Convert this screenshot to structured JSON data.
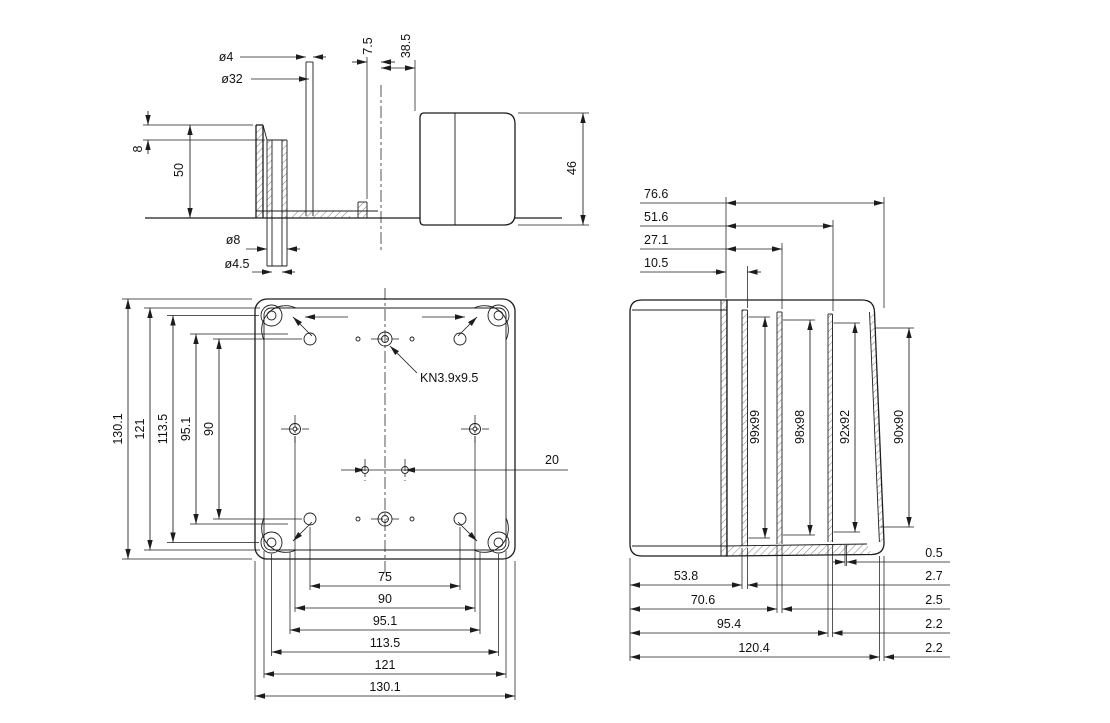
{
  "views": {
    "section": {
      "dims": {
        "dia4": "ø4",
        "dia32": "ø32",
        "d7_5": "7.5",
        "d38_5": "38.5",
        "d8": "8",
        "d50": "50",
        "d46": "46",
        "dia8": "ø8",
        "dia4_5": "ø4.5"
      }
    },
    "plan": {
      "left_dims": [
        "130.1",
        "121",
        "113.5",
        "95.1",
        "90"
      ],
      "bottom_dims": [
        "75",
        "90",
        "95.1",
        "113.5",
        "121",
        "130.1"
      ],
      "pitch_dim": "20",
      "thread_note": "KN3.9x9.5"
    },
    "side": {
      "offset_dims": [
        "76.6",
        "51.6",
        "27.1",
        "10.5"
      ],
      "square_dims": [
        "99x99",
        "98x98",
        "92x92",
        "90x90"
      ],
      "depth_dims": [
        "53.8",
        "70.6",
        "95.4",
        "120.4"
      ],
      "thickness_dims": [
        "0.5",
        "2.7",
        "2.5",
        "2.2",
        "2.2"
      ]
    }
  }
}
